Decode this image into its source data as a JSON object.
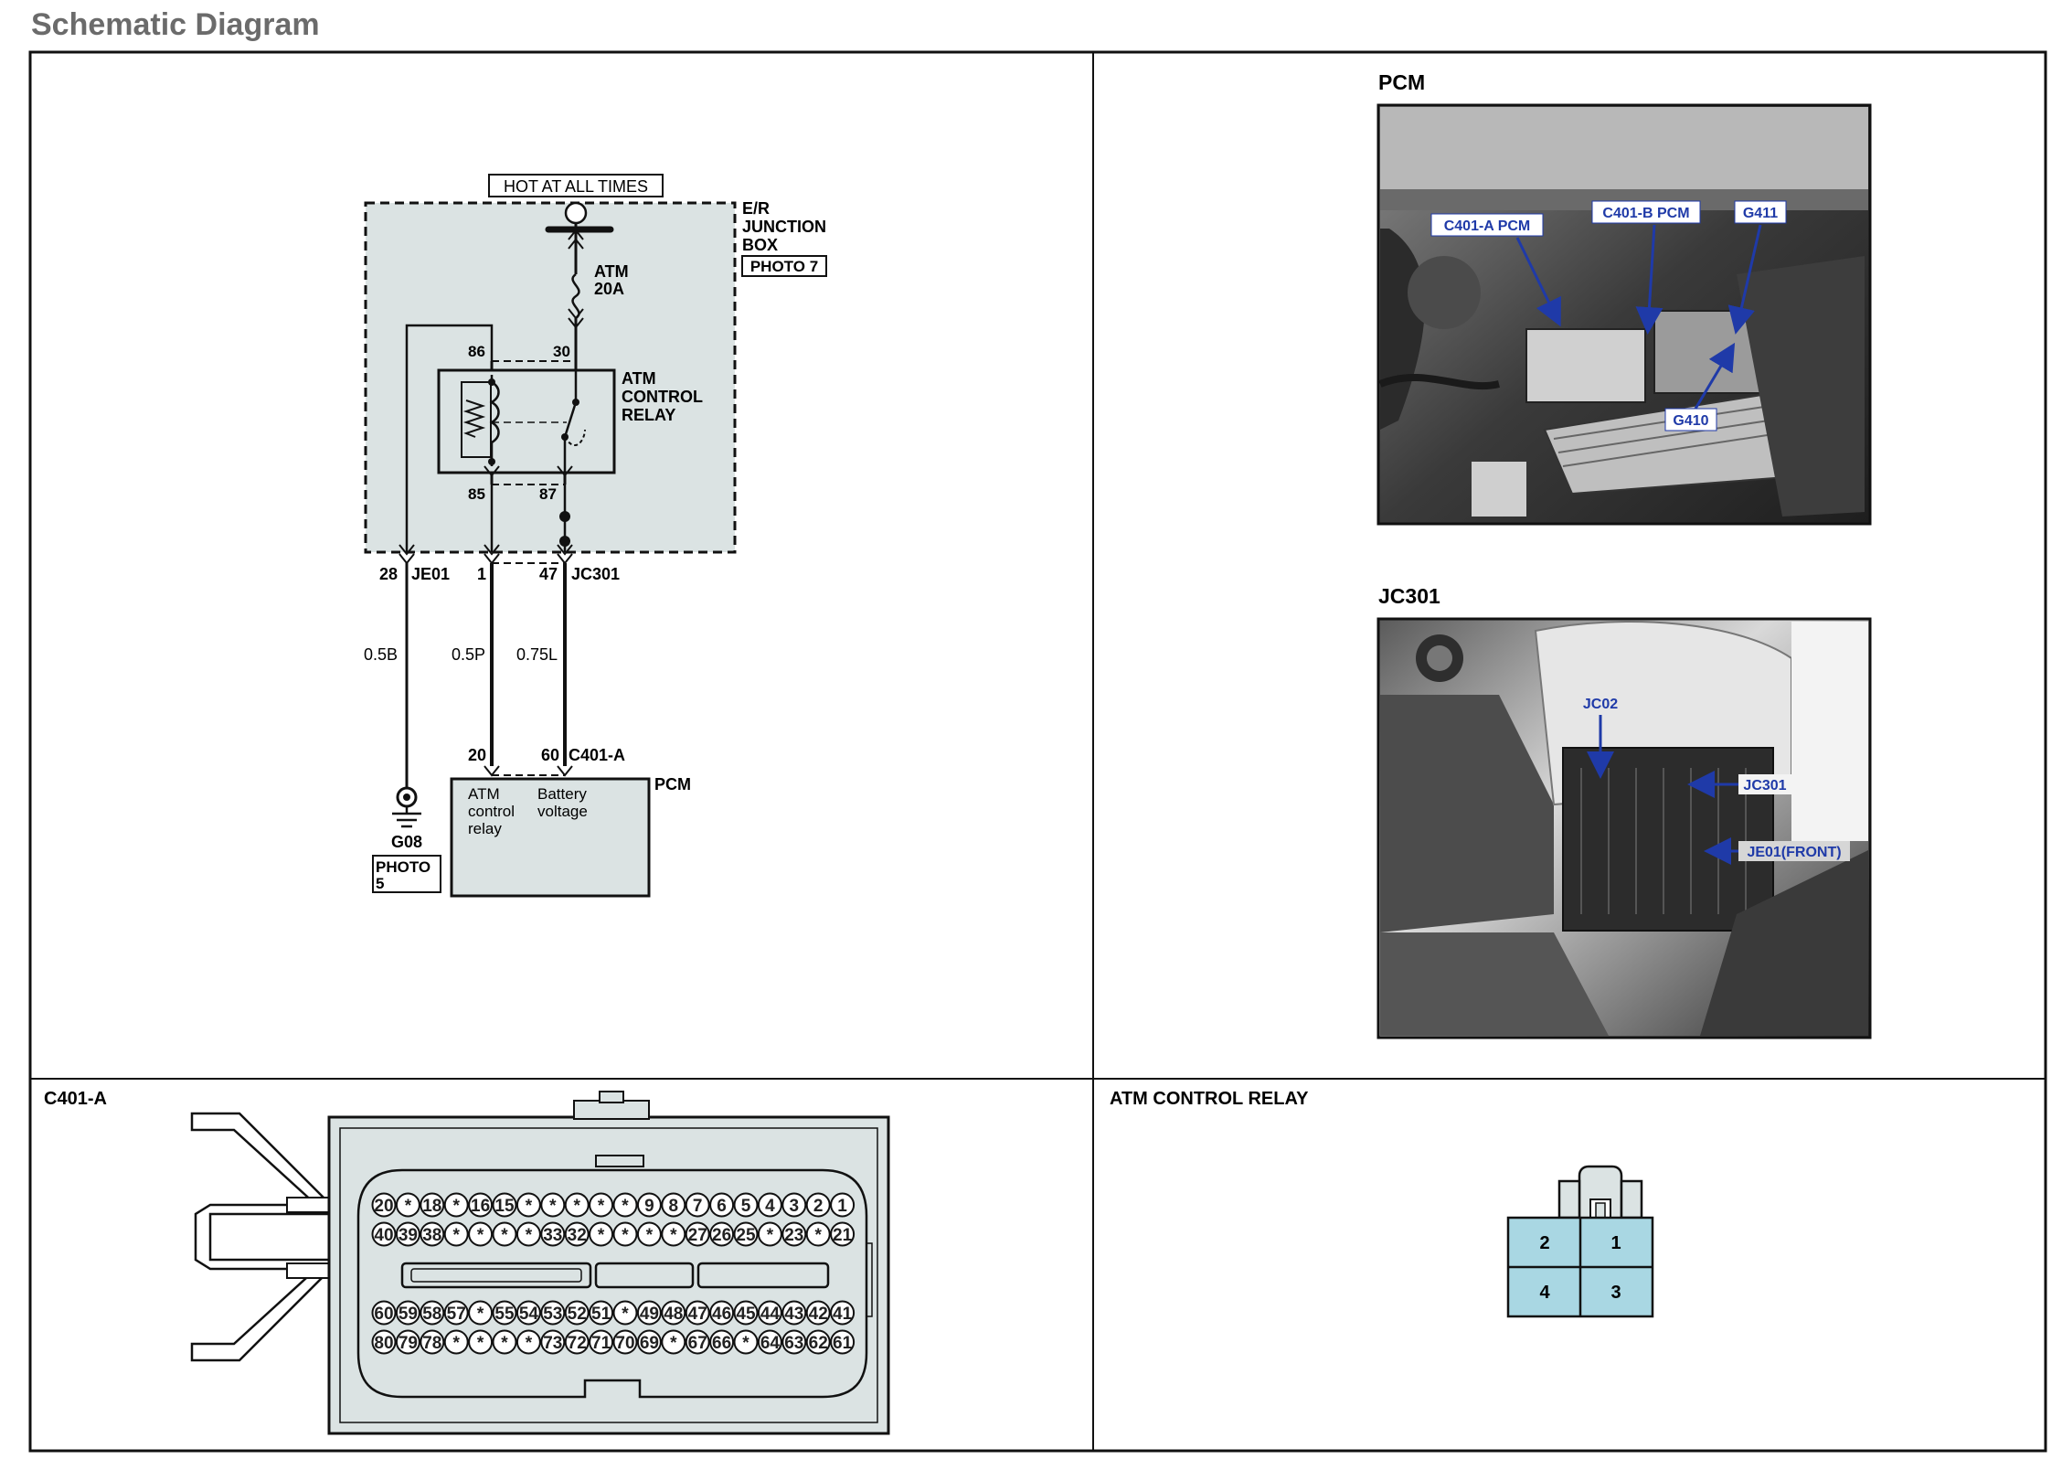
{
  "page": {
    "title": "Schematic Diagram"
  },
  "schematic": {
    "hot_label": "HOT AT ALL TIMES",
    "junction_box": {
      "line1": "E/R",
      "line2": "JUNCTION",
      "line3": "BOX",
      "photo": "PHOTO 7"
    },
    "fuse": {
      "name": "ATM",
      "rating": "20A"
    },
    "relay": {
      "line1": "ATM",
      "line2": "CONTROL",
      "line3": "RELAY",
      "pin86": "86",
      "pin30": "30",
      "pin85": "85",
      "pin87": "87"
    },
    "connectors": {
      "je01_pin": "28",
      "je01": "JE01",
      "mid_pin": "1",
      "jc301_pin": "47",
      "jc301": "JC301"
    },
    "wires": {
      "w1": "0.5B",
      "w2": "0.5P",
      "w3": "0.75L"
    },
    "pcm": {
      "pin20": "20",
      "pin60": "60",
      "connector": "C401-A",
      "label": "PCM",
      "func1_l1": "ATM",
      "func1_l2": "control",
      "func1_l3": "relay",
      "func2_l1": "Battery",
      "func2_l2": "voltage"
    },
    "ground": {
      "name": "G08",
      "photo_l1": "PHOTO",
      "photo_l2": "5"
    }
  },
  "photos": {
    "pcm": {
      "title": "PCM",
      "callouts": {
        "c401a": "C401-A PCM",
        "c401b": "C401-B PCM",
        "g411": "G411",
        "g410": "G410"
      }
    },
    "jc301": {
      "title": "JC301",
      "callouts": {
        "jc02": "JC02",
        "jc301": "JC301",
        "je01": "JE01(FRONT)"
      }
    }
  },
  "c401a_connector": {
    "title": "C401-A",
    "rows": [
      [
        "20",
        "*",
        "18",
        "*",
        "16",
        "15",
        "*",
        "*",
        "*",
        "*",
        "*",
        "9",
        "8",
        "7",
        "6",
        "5",
        "4",
        "3",
        "2",
        "1"
      ],
      [
        "40",
        "39",
        "38",
        "*",
        "*",
        "*",
        "*",
        "33",
        "32",
        "*",
        "*",
        "*",
        "*",
        "27",
        "26",
        "25",
        "*",
        "23",
        "*",
        "21"
      ],
      [
        "60",
        "59",
        "58",
        "57",
        "*",
        "55",
        "54",
        "53",
        "52",
        "51",
        "*",
        "49",
        "48",
        "47",
        "46",
        "45",
        "44",
        "43",
        "42",
        "41"
      ],
      [
        "80",
        "79",
        "78",
        "*",
        "*",
        "*",
        "*",
        "73",
        "72",
        "71",
        "70",
        "69",
        "*",
        "67",
        "66",
        "*",
        "64",
        "63",
        "62",
        "61"
      ]
    ]
  },
  "relay_connector": {
    "title": "ATM CONTROL RELAY",
    "pins": [
      "2",
      "1",
      "4",
      "3"
    ]
  },
  "colors": {
    "fill_box": "#dbe3e3",
    "pin_cell": "#a9d7e3",
    "callout_bg": "#ffffff",
    "callout_text": "#1f3aa8"
  }
}
